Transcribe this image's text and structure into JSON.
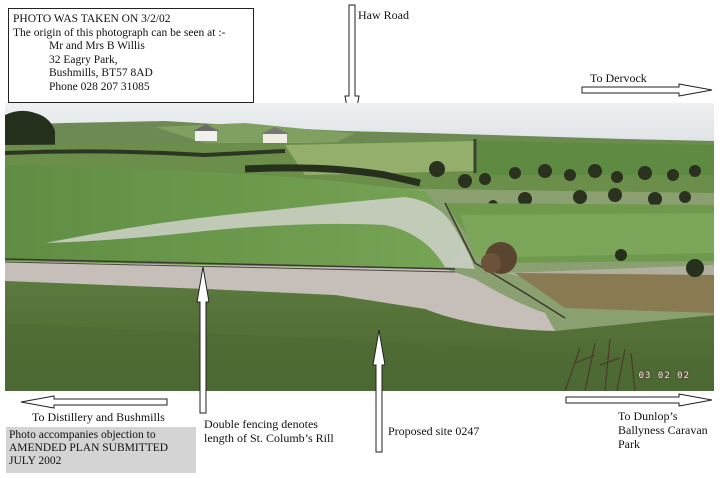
{
  "info_box": {
    "line1": "PHOTO WAS TAKEN ON 3/2/02",
    "line2": "The origin of this photograph can be seen at :-",
    "name": "Mr and Mrs B Willis",
    "address1": "32 Eagry Park,",
    "address2": "Bushmills, BT57 8AD",
    "phone": "Phone 028 207 31085"
  },
  "labels": {
    "haw_road": "Haw Road",
    "to_dervock": "To Dervock",
    "to_distillery": "To Distillery and Bushmills",
    "fencing_line1": "Double fencing denotes",
    "fencing_line2": "length of St. Columb’s Rill",
    "proposed_site": "Proposed site 0247",
    "dunlop_line1": "To Dunlop’s",
    "dunlop_line2": "Ballyness Caravan",
    "dunlop_line3": "Park"
  },
  "photo": {
    "date_stamp": "03 02 02"
  },
  "note_box": {
    "line1": "Photo accompanies objection to",
    "line2": "AMENDED PLAN SUBMITTED",
    "line3": "JULY 2002"
  },
  "colors": {
    "sky": "#e9ecef",
    "field_light": "#6f9a4c",
    "field_dark": "#4b6d33",
    "flood_water": "#c9c2bd",
    "hedge": "#2c3420"
  }
}
